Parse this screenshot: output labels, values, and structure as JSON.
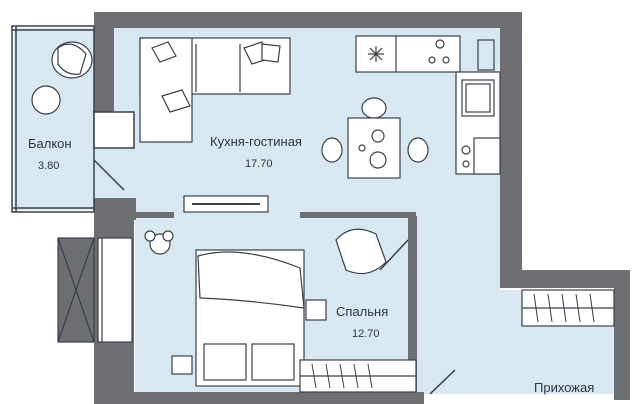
{
  "rooms": {
    "balcony": {
      "name": "Балкон",
      "area": "3.80"
    },
    "kitchen_living": {
      "name": "Кухня-гостиная",
      "area": "17.70"
    },
    "bedroom": {
      "name": "Спальня",
      "area": "12.70"
    },
    "hallway": {
      "name": "Прихожая"
    }
  },
  "colors": {
    "floor": "#d7e8f2",
    "wall": "#6e6f73",
    "line": "#3b3f4a",
    "furniture": "#ffffff"
  }
}
